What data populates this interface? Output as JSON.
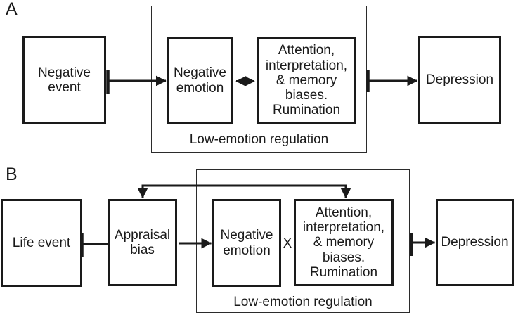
{
  "colors": {
    "line": "#1a1a1a",
    "background": "#ffffff"
  },
  "panel_a": {
    "label": "A",
    "boxes": {
      "negative_event": "Negative\nevent",
      "negative_emotion": "Negative\nemotion",
      "attention": "Attention,\ninterpretation,\n& memory\nbiases.\nRumination",
      "depression": "Depression"
    },
    "container_label": "Low-emotion regulation"
  },
  "panel_b": {
    "label": "B",
    "boxes": {
      "life_event": "Life event",
      "appraisal_bias": "Appraisal\nbias",
      "negative_emotion": "Negative\nemotion",
      "attention": "Attention,\ninterpretation,\n& memory\nbiases.\nRumination",
      "depression": "Depression"
    },
    "interaction_symbol": "X",
    "container_label": "Low-emotion regulation"
  }
}
